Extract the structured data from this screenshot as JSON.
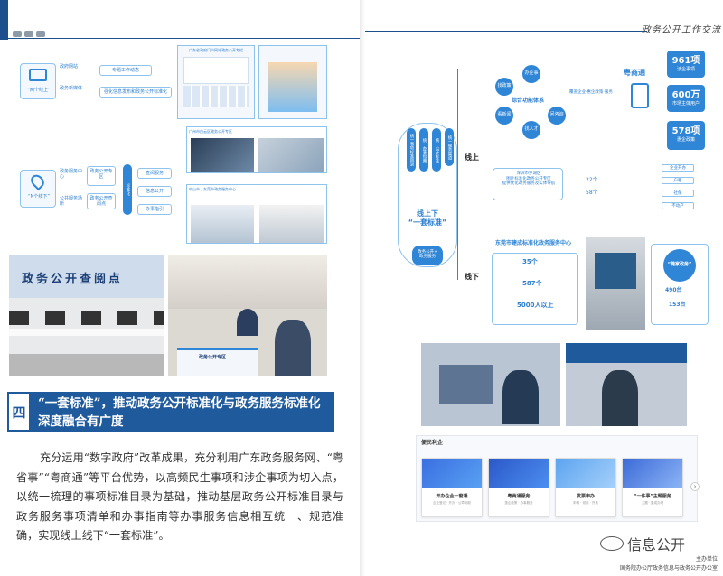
{
  "header": {
    "right_title": "政务公开工作交流"
  },
  "section": {
    "number": "四",
    "title": "“一套标准”，推动政务公开标准化与政务服务标准化深度融合有广度"
  },
  "body_text": "充分运用“数字政府”改革成果，充分利用广东政务服务网、“粤省事”“粤商通”等平台优势，以高频民生事项和涉企事项为切入点，以统一梳理的事项标准目录为基础，推动基层政务公开标准目录与政务服务事项清单和办事指南等办事服务信息相互统一、规范准确，实现线上线下“一套标准”。",
  "left_diagram": {
    "hub1": "“两个线上”",
    "hub2": "“N个线下”",
    "items1": [
      "政府网站",
      "政务新媒体"
    ],
    "flow1": [
      "专题工作动态",
      "强化信息发布和政务公开标准化"
    ],
    "items2": [
      "政务服务中心",
      "公共服务场所"
    ],
    "flow2": [
      "政务公开专区",
      "政务公开查阅点"
    ],
    "screens_caption1": "广东省政府门户网站政务公开专栏",
    "screens_caption2": "广州市白云区政务公开专区",
    "screens_caption3": "中山市、东莞市政务服务中心",
    "kiosk_sign": "政务公开查阅点",
    "desk_sign": "政务公开专区"
  },
  "right_diagram": {
    "vertical_pills": [
      "统一事项标准目录",
      "统一办事指南",
      "统一公开标准",
      "统一服务渠道"
    ],
    "hub": "线上下\n“一套标准”",
    "hub_sub": "政务公开+\n政务服务",
    "online": "线上",
    "offline": "线下",
    "online_center": "综合功能体系",
    "online_circles": [
      "办企事",
      "找政策",
      "看新闻",
      "问咨询",
      "找人才"
    ],
    "app_name": "粤商通",
    "app_desc": "覆盖企业·惠企政策·服务",
    "stats": [
      {
        "num": "961项",
        "label": "涉企事项"
      },
      {
        "num": "600万",
        "label": "市场主体用户"
      },
      {
        "num": "578项",
        "label": "惠企政策"
      }
    ],
    "online_box": "深圳市罗湖区\n图片标准化政务公开专区\n提供优化政务服务及实体导航",
    "online_stat1": "22个",
    "online_stat2": "58个",
    "online_labels": [
      "企业开办",
      "户籍",
      "社保",
      "不动产"
    ],
    "offline_title": "东莞市建成标准化政务服务中心",
    "offline_stats": [
      "35个",
      "587个",
      "5000人以上"
    ],
    "kiosk_title": "“莞家政务”",
    "kiosk_stats": [
      "490台",
      "153台"
    ],
    "service_title": "便民利企",
    "services": [
      {
        "title": "开办企业一窗通",
        "sub": "企业登记 · 开办 · 公章刻制"
      },
      {
        "title": "粤商通服务",
        "sub": "惠企政策 · 办事服务"
      },
      {
        "title": "发票申办",
        "sub": "申请 · 领用 · 开具"
      },
      {
        "title": "“一件事”主题服务",
        "sub": "主题 · 集成办理"
      }
    ]
  },
  "footer": {
    "sponsor": "主办单位",
    "org": "国务院办公厅政务信息与政务公开办公室",
    "watermark": "信息公开"
  },
  "colors": {
    "primary": "#1f5a9c",
    "accent": "#2f85d6"
  }
}
